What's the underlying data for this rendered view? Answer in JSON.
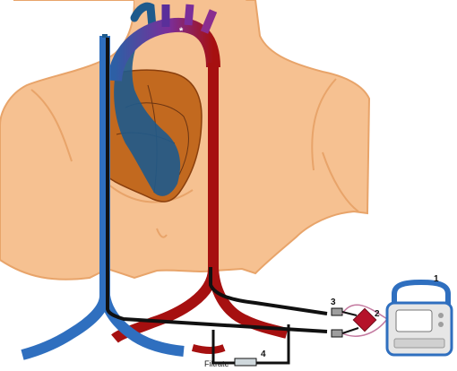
{
  "labels": {
    "console": "1",
    "oxygenator": "2",
    "connector": "3",
    "filter": "4",
    "filtrate": "Filtrate"
  },
  "marker": "*",
  "colors": {
    "skin": "#f6c191",
    "skin_outline": "#e8a46a",
    "heart": "#c2691f",
    "venous": "#2f6fbf",
    "venous_dark": "#1e5a8c",
    "arterial": "#a61010",
    "aorta_purple": "#8a2d8f",
    "line": "#111111",
    "console_frame": "#2f6fbf",
    "console_body": "#e6e6e6"
  }
}
